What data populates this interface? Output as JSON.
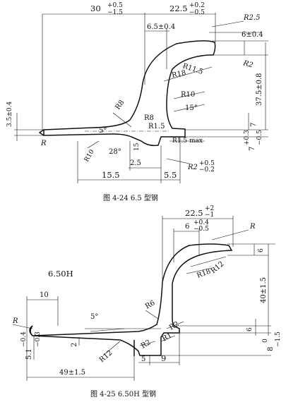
{
  "fig1": {
    "caption": "图 4-24   6.5 型钢",
    "dims": {
      "d_30": "30",
      "d_30_tol_up": "+0.5",
      "d_30_tol_dn": "−1.5",
      "d_22_5": "22.5",
      "d_22_5_tol_up": "+0.2",
      "d_22_5_tol_dn": "−0.5",
      "d_6_5": "6.5±0.4",
      "r2_5": "R2.5",
      "d_6": "6±0.4",
      "r2": "R2",
      "r11_5": "R11.5",
      "r18": "R18",
      "d_37_5": "37.5±0.8",
      "r8_top": "R8",
      "r10_a": "R10",
      "ang_15": "15°",
      "d_3_5": "3.5±0.4",
      "r8_b": "R8",
      "r1_5": "R1.5",
      "d_7": "7",
      "r_tip": "R",
      "ang_5": "5°",
      "r1_5max": "R1.5 max",
      "d_7b": "7",
      "d_7b_tol_up": "+0.3",
      "d_7b_tol_dn": "−0.5",
      "r10_b": "R10",
      "ang_28": "28°",
      "d_15": "15",
      "d_2_5": "2.5",
      "r2_02": "R2",
      "r2_02_tol_up": "+0.5",
      "r2_02_tol_dn": "−0.2",
      "d_15_5": "15.5",
      "d_5_5": "5.5"
    }
  },
  "fig2": {
    "caption": "图 4-25   6.50H 型钢",
    "model_label": "6.50H",
    "dims": {
      "d_22_5": "22.5",
      "d_22_5_tol_up": "+2",
      "d_22_5_tol_dn": "−1",
      "d_6": "6",
      "d_6_tol_up": "+0.4",
      "d_6_tol_dn": "−0.5",
      "r_top": "R",
      "d_6_right": "6",
      "r12": "R12",
      "r18": "R18",
      "d_40": "40±1.5",
      "d_10": "10",
      "r_tip": "R",
      "ang_5": "5°",
      "r6": "R6",
      "r2_a": "R2",
      "d_6_low": "6",
      "d_2": "2",
      "r1": "R1",
      "d_8": "8",
      "d_8_tol_up": "0",
      "d_8_tol_dn": "−1.5",
      "d_5_1": "5.1",
      "d_5_1_tol_up": "−0.4",
      "d_5_1_tol_dn": "−0.3",
      "r12_b": "R12",
      "r2_b": "R2",
      "d_5": "5",
      "d_9": "9",
      "d_49": "49±1.5"
    }
  }
}
